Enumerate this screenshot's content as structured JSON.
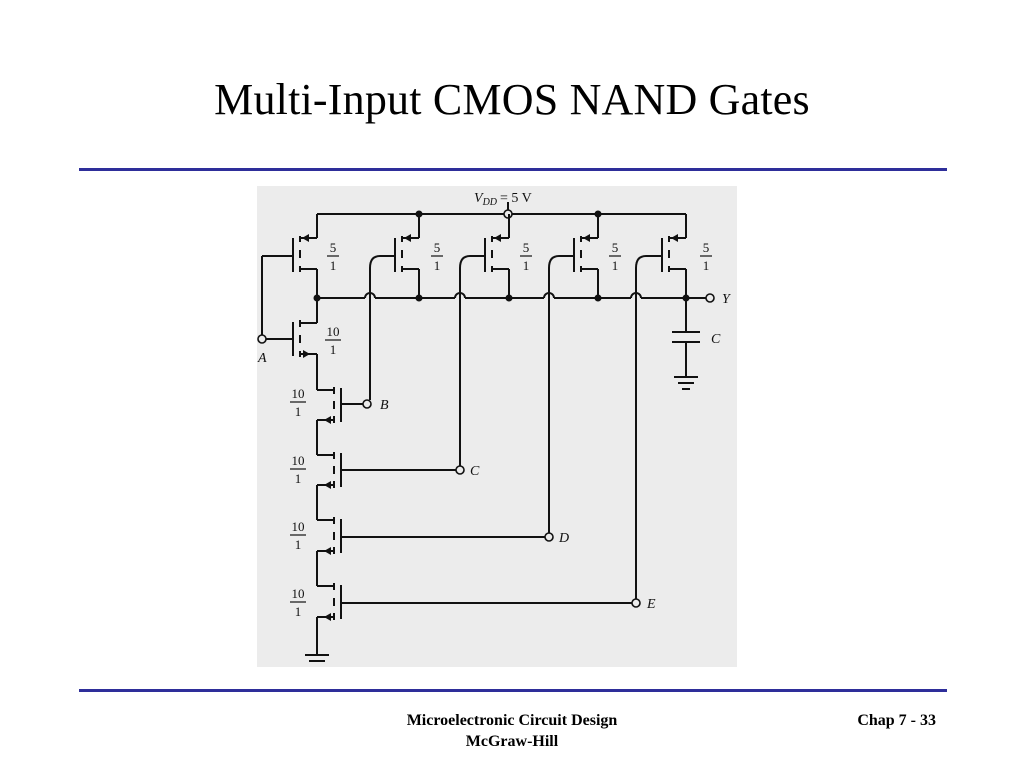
{
  "slide": {
    "title": "Multi-Input CMOS NAND Gates"
  },
  "circuit": {
    "supply": {
      "label": "V",
      "subscript": "DD",
      "value": "= 5 V"
    },
    "output_label": "Y",
    "capacitor_label": "C",
    "pmos": [
      {
        "ratio_num": "5",
        "ratio_den": "1"
      },
      {
        "ratio_num": "5",
        "ratio_den": "1"
      },
      {
        "ratio_num": "5",
        "ratio_den": "1"
      },
      {
        "ratio_num": "5",
        "ratio_den": "1"
      },
      {
        "ratio_num": "5",
        "ratio_den": "1"
      }
    ],
    "nmos": [
      {
        "input": "A",
        "ratio_num": "10",
        "ratio_den": "1"
      },
      {
        "input": "B",
        "ratio_num": "10",
        "ratio_den": "1"
      },
      {
        "input": "C",
        "ratio_num": "10",
        "ratio_den": "1"
      },
      {
        "input": "D",
        "ratio_num": "10",
        "ratio_den": "1"
      },
      {
        "input": "E",
        "ratio_num": "10",
        "ratio_den": "1"
      }
    ]
  },
  "footer": {
    "course": "Microelectronic Circuit Design",
    "publisher": "McGraw-Hill",
    "page": "Chap 7 - 33"
  },
  "colors": {
    "rule": "#2e2e9a",
    "diagram_background": "#ececec"
  }
}
